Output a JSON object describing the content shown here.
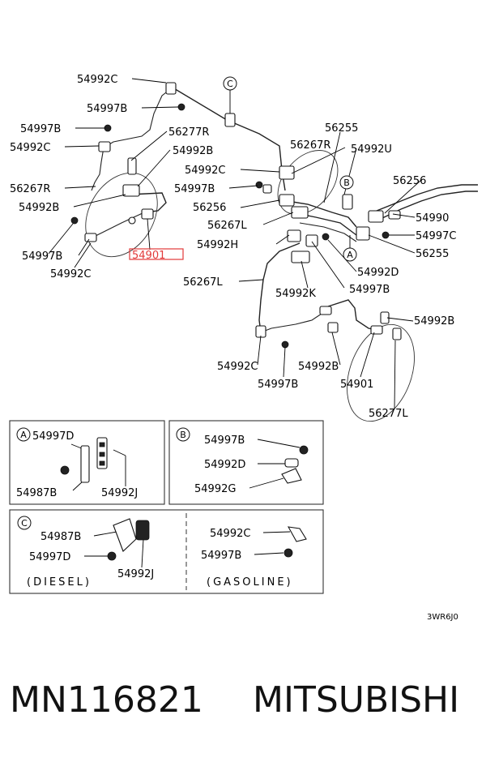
{
  "labels": {
    "l1": "54992C",
    "l2": "54997B",
    "l3": "54997B",
    "l4": "54992C",
    "l5": "56267R",
    "l6": "54992B",
    "l7": "54997B",
    "l8": "54992C",
    "l9": "56277R",
    "l10": "54992B",
    "l11": "54901",
    "l12": "56255",
    "l13": "56267R",
    "l14": "54992U",
    "l15": "54992C",
    "l16": "54997B",
    "l17": "56256",
    "l18": "56267L",
    "l19": "54992H",
    "l20": "56256",
    "l21": "54990",
    "l22": "54997C",
    "l23": "56255",
    "l24": "54992D",
    "l25": "54997B",
    "l26": "56267L",
    "l27": "54992K",
    "l28": "54992B",
    "l29": "54992C",
    "l30": "54997B",
    "l31": "54992B",
    "l32": "54901",
    "l33": "56277L"
  },
  "callouts": {
    "a": "A",
    "b": "B",
    "c": "C"
  },
  "detail_a": {
    "letter": "A",
    "l1": "54997D",
    "l2": "54987B",
    "l3": "54992J"
  },
  "detail_b": {
    "letter": "B",
    "l1": "54997B",
    "l2": "54992D",
    "l3": "54992G"
  },
  "detail_c": {
    "letter": "C",
    "l1": "54987B",
    "l2": "54997D",
    "l3": "54992J",
    "caption_left": "(DIESEL)",
    "l4": "54992C",
    "l5": "54997B",
    "caption_right": "(GASOLINE)"
  },
  "diagram_code": "3WR6J0",
  "footer": {
    "part_number": "MN116821",
    "brand": "MITSUBISHI"
  }
}
